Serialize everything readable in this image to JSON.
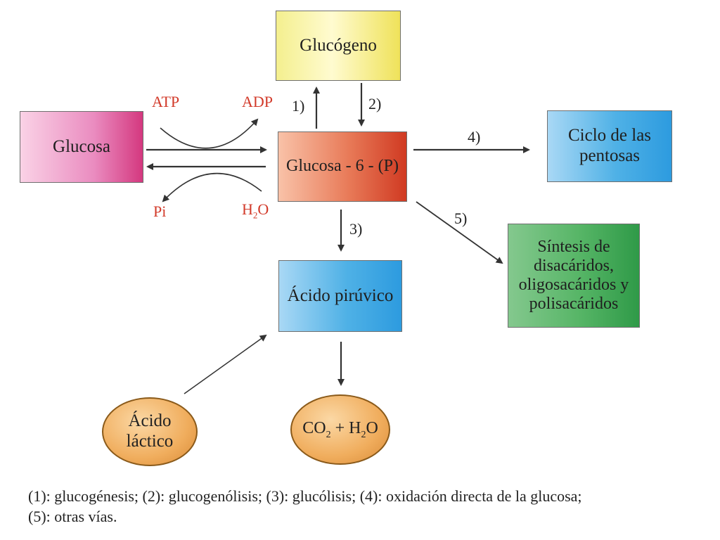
{
  "boxes": {
    "glucogeno": "Glucógeno",
    "glucosa": "Glucosa",
    "g6p": "Glucosa - 6 - (P)",
    "ciclo": "Ciclo de las pentosas",
    "sintesis": "Síntesis de disacáridos, oligosacáridos y polisacáridos",
    "piruvico": "Ácido pirúvico",
    "lactico": "Ácido láctico",
    "co2_prefix": "CO",
    "co2_sub": "2",
    "co2_mid": " + H",
    "co2_sub2": "2",
    "co2_suffix": "O"
  },
  "labels": {
    "atp": "ATP",
    "adp": "ADP",
    "pi": "Pi",
    "h2o_prefix": "H",
    "h2o_sub": "2",
    "h2o_suffix": "O",
    "n1": "1)",
    "n2": "2)",
    "n3": "3)",
    "n4": "4)",
    "n5": "5)"
  },
  "legend": {
    "line1": "(1): glucogénesis; (2): glucogenólisis; (3): glucólisis; (4): oxidación directa de la glucosa;",
    "line2": "(5): otras vías."
  },
  "colors": {
    "cofactor_text": "#d23a2a",
    "arrow": "#333333"
  }
}
